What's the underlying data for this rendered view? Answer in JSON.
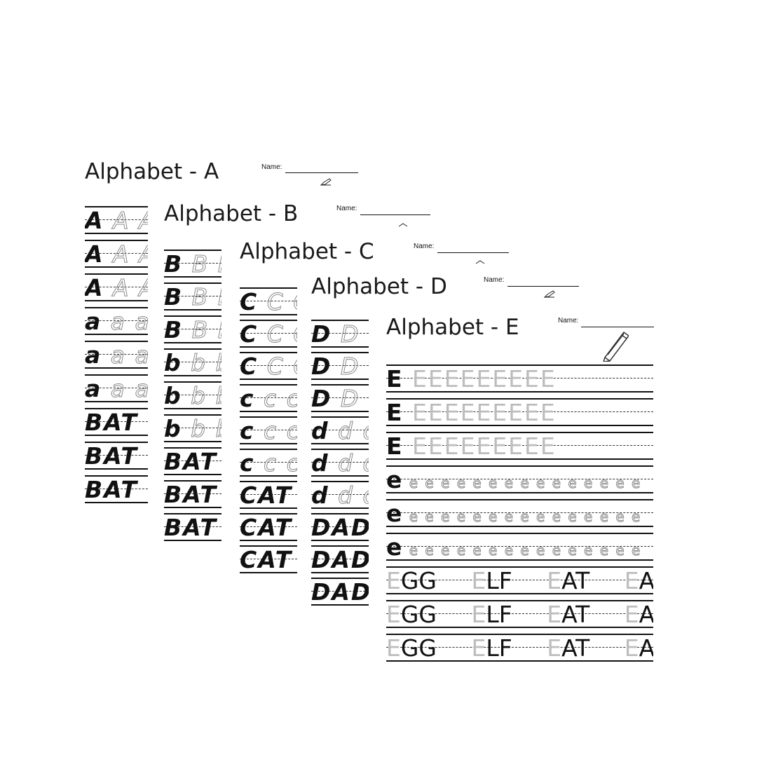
{
  "sheets": [
    {
      "title": "Alphabet - A",
      "name_label": "Name:",
      "rows": [
        {
          "solid": "A",
          "trace": "A A"
        },
        {
          "solid": "A",
          "trace": "A A"
        },
        {
          "solid": "A",
          "trace": "A A"
        },
        {
          "solid": "a",
          "trace": "a a a"
        },
        {
          "solid": "a",
          "trace": "a a a"
        },
        {
          "solid": "a",
          "trace": "a a a"
        },
        {
          "solid": "BAT",
          "trace": ""
        },
        {
          "solid": "BAT",
          "trace": ""
        },
        {
          "solid": "BAT",
          "trace": ""
        }
      ]
    },
    {
      "title": "Alphabet - B",
      "name_label": "Name:",
      "rows": [
        {
          "solid": "B",
          "trace": "B B"
        },
        {
          "solid": "B",
          "trace": "B B"
        },
        {
          "solid": "B",
          "trace": "B B"
        },
        {
          "solid": "b",
          "trace": "b b"
        },
        {
          "solid": "b",
          "trace": "b b"
        },
        {
          "solid": "b",
          "trace": "b b"
        },
        {
          "solid": "BAT",
          "trace": ""
        },
        {
          "solid": "BAT",
          "trace": ""
        },
        {
          "solid": "BAT",
          "trace": ""
        }
      ]
    },
    {
      "title": "Alphabet - C",
      "name_label": "Name:",
      "rows": [
        {
          "solid": "C",
          "trace": "C C"
        },
        {
          "solid": "C",
          "trace": "C C"
        },
        {
          "solid": "C",
          "trace": "C C"
        },
        {
          "solid": "c",
          "trace": "c c"
        },
        {
          "solid": "c",
          "trace": "c c"
        },
        {
          "solid": "c",
          "trace": "c c"
        },
        {
          "solid": "CAT",
          "trace": ""
        },
        {
          "solid": "CAT",
          "trace": ""
        },
        {
          "solid": "CAT",
          "trace": ""
        }
      ]
    },
    {
      "title": "Alphabet - D",
      "name_label": "Name:",
      "rows": [
        {
          "solid": "D",
          "trace": "D D"
        },
        {
          "solid": "D",
          "trace": "D D"
        },
        {
          "solid": "D",
          "trace": "D D"
        },
        {
          "solid": "d",
          "trace": "d d"
        },
        {
          "solid": "d",
          "trace": "d d"
        },
        {
          "solid": "d",
          "trace": "d d"
        },
        {
          "solid": "DAD",
          "trace": ""
        },
        {
          "solid": "DAD",
          "trace": ""
        },
        {
          "solid": "DAD",
          "trace": ""
        }
      ]
    },
    {
      "title": "Alphabet - E",
      "name_label": "Name:",
      "rows": [
        {
          "solid": "E",
          "trace": "EEEEEEEEE"
        },
        {
          "solid": "E",
          "trace": "EEEEEEEEE"
        },
        {
          "solid": "E",
          "trace": "EEEEEEEEE"
        },
        {
          "solid": "e",
          "trace": "e e e e e e e e e e e e e e e"
        },
        {
          "solid": "e",
          "trace": "e e e e e e e e e e e e e e e"
        },
        {
          "solid": "e",
          "trace": "e e e e e e e e e e e e e e e"
        },
        {
          "words": [
            "GG",
            "LF",
            "AT",
            "AR"
          ]
        },
        {
          "words": [
            "GG",
            "LF",
            "AT",
            "AR"
          ]
        },
        {
          "words": [
            "GG",
            "LF",
            "AT",
            "AR"
          ]
        }
      ]
    }
  ],
  "icons": {
    "pencil": "pencil-icon"
  }
}
